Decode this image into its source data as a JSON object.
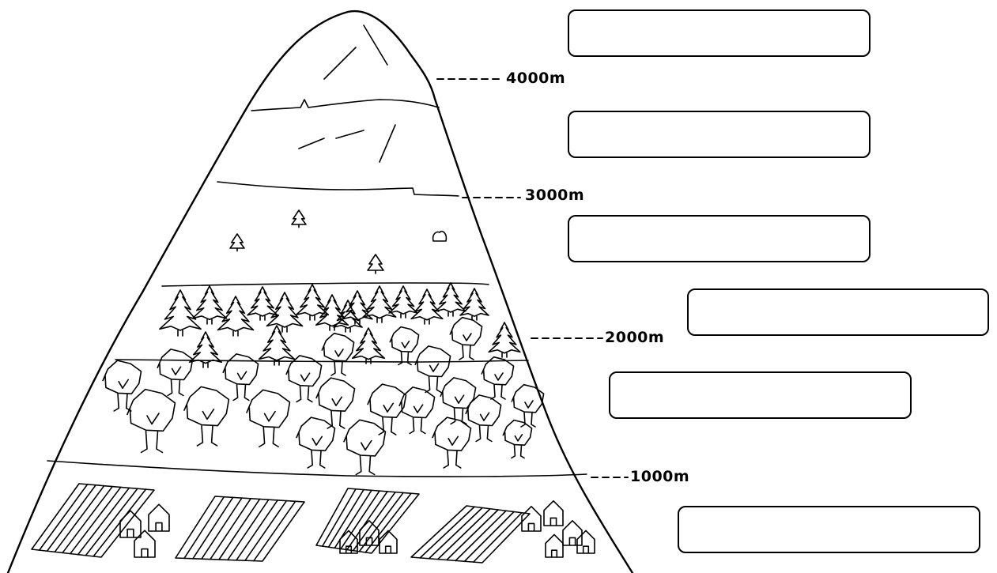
{
  "diagram": {
    "altitude_labels": {
      "m4000": "4000m",
      "m3000": "3000m",
      "m2000": "2000m",
      "m1000": "1000m"
    },
    "answer_boxes": [
      "",
      "",
      "",
      "",
      "",
      ""
    ],
    "zones": [
      "snow-peak",
      "rocky-zone",
      "alpine-meadow",
      "coniferous-forest",
      "deciduous-forest",
      "fields-and-villages"
    ]
  }
}
